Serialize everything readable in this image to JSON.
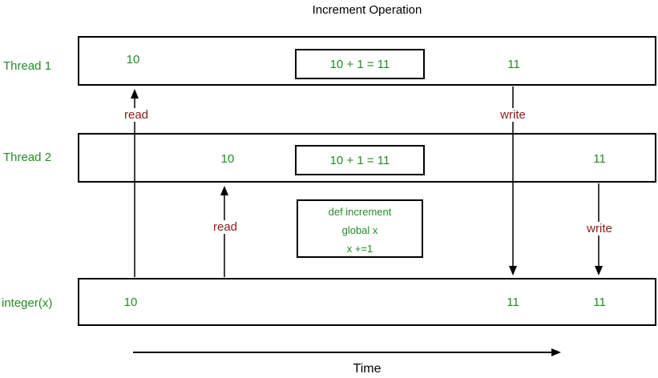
{
  "title": "Increment Operation",
  "colors": {
    "value_text_green": "#228B22",
    "read_write_dark_red": "#8B1A1A",
    "line_black": "#000000",
    "background": "#ffffff"
  },
  "threads": {
    "thread1": {
      "label": "Thread 1",
      "initial_value": "10",
      "increment_expression": "10 + 1 = 11",
      "result_value": "11",
      "read_label": "read",
      "write_label": "write"
    },
    "thread2": {
      "label": "Thread 2",
      "initial_value": "10",
      "increment_expression": "10 + 1 = 11",
      "result_value": "11",
      "read_label": "read",
      "write_label": "write"
    }
  },
  "integer_row": {
    "label": "integer(x)",
    "initial_value": "10",
    "thread1_written_value": "11",
    "thread2_written_value": "11"
  },
  "code_box": {
    "lines": [
      "def increment",
      "global x",
      "x +=1"
    ]
  },
  "time_axis": {
    "label": "Time"
  }
}
